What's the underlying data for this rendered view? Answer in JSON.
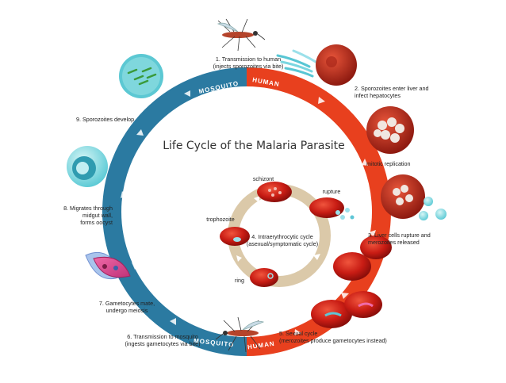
{
  "title": "Life Cycle of the Malaria Parasite",
  "ring_labels": {
    "mosquito_top": "MOSQUITO",
    "human_top": "HUMAN",
    "mosquito_bottom": "MOSQUITO",
    "human_bottom": "HUMAN"
  },
  "steps": {
    "s1": {
      "line1": "1. Transmission to human",
      "line2": "(injects sporozoites via bite)"
    },
    "s2": {
      "line1": "2. Sporozoites enter liver and",
      "line2": "infect hepatocytes"
    },
    "mitotic": {
      "line1": "mitotic replication"
    },
    "s3": {
      "line1": "3. Liver cells rupture and",
      "line2": "merozoites released"
    },
    "s4": {
      "line1": "4. Intraerythrocytic cycle",
      "line2": "(asexual/symptomatic cycle)"
    },
    "s5": {
      "line1": "5. Sexual cycle",
      "line2": "(merozoites produce gametocytes instead)"
    },
    "s6": {
      "line1": "6. Transmission to mosquito",
      "line2": "(ingests gametocytes via bite)"
    },
    "s7": {
      "line1": "7. Gametocytes mate,",
      "line2": "undergo meiosis"
    },
    "s8": {
      "line1": "8. Migrates through",
      "line2": "midgut wall,",
      "line3": "forms oocyst"
    },
    "s9": {
      "line1": "9. Sporozoites develop"
    }
  },
  "inner_labels": {
    "schizont": "schizont",
    "rupture": "rupture",
    "trophozoite": "trophozoite",
    "ring": "ring"
  },
  "colors": {
    "mosquito_blue": "#2b7aa1",
    "human_red": "#e8401e",
    "inner_cycle": "#d7c3a0",
    "rbc": "#c41a14"
  }
}
